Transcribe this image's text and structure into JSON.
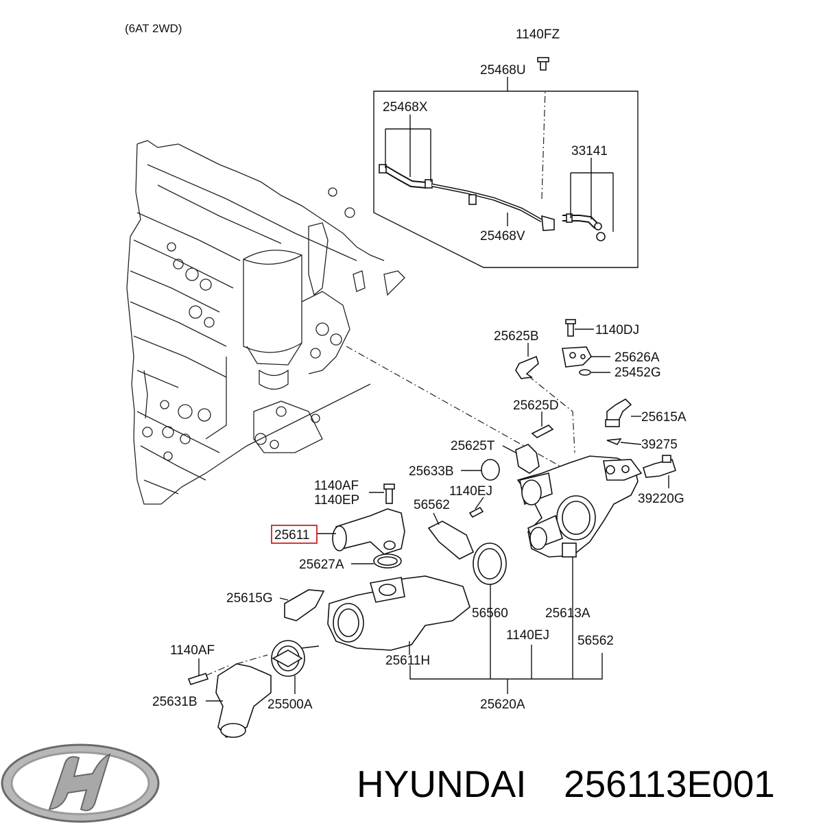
{
  "header": {
    "variant": "(6AT 2WD)"
  },
  "labels": {
    "l1140FZ": "1140FZ",
    "l25468U": "25468U",
    "l25468X": "25468X",
    "l33141": "33141",
    "l25468V": "25468V",
    "l25625B": "25625B",
    "l1140DJ": "1140DJ",
    "l25626A": "25626A",
    "l25452G": "25452G",
    "l25625D": "25625D",
    "l25615A": "25615A",
    "l25625T": "25625T",
    "l39275": "39275",
    "l25633B": "25633B",
    "l39220G": "39220G",
    "l1140AF_top": "1140AF",
    "l1140EP": "1140EP",
    "l1140EJ_top": "1140EJ",
    "l56562_top": "56562",
    "l25611": "25611",
    "l25627A": "25627A",
    "l25615G": "25615G",
    "l56560": "56560",
    "l25613A": "25613A",
    "l1140EJ_bot": "1140EJ",
    "l56562_bot": "56562",
    "l1140AF_bot": "1140AF",
    "l25611H": "25611H",
    "l25631B": "25631B",
    "l25500A": "25500A",
    "l25620A": "25620A"
  },
  "highlight": {
    "part": "25611",
    "color": "#cc2222"
  },
  "footer": {
    "brand": "HYUNDAI",
    "part_number": "256113E001"
  },
  "logo": {
    "name": "hyundai-logo-icon",
    "color": "#888888"
  }
}
